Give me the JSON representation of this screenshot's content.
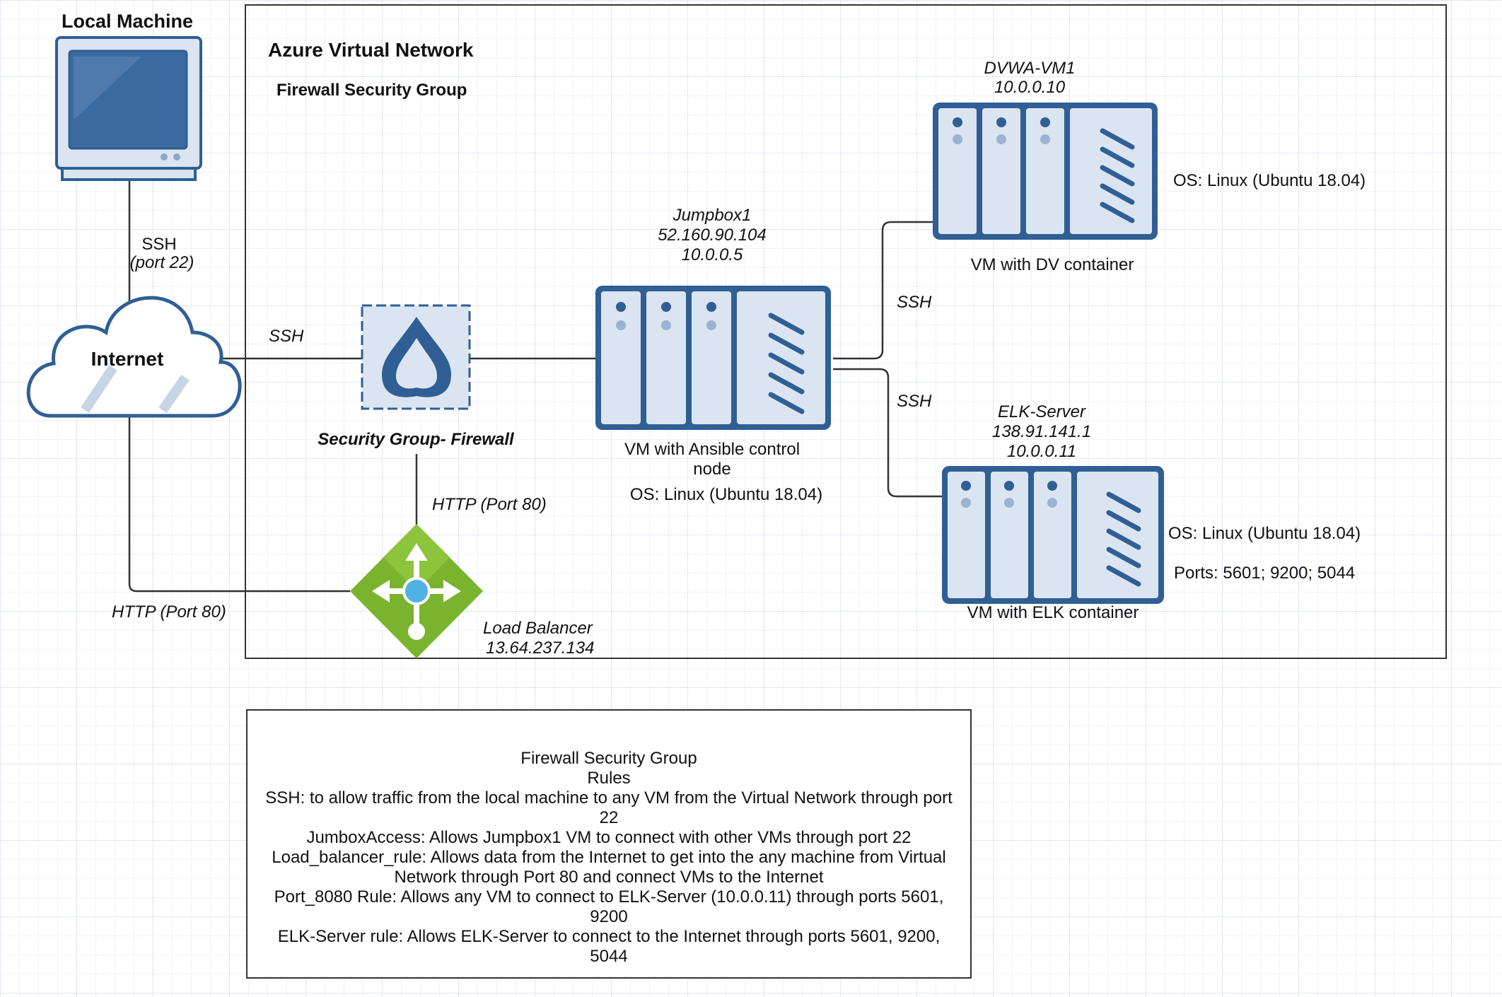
{
  "local_machine": {
    "title": "Local Machine"
  },
  "internet": {
    "label": "Internet"
  },
  "links": {
    "ssh_port22_line1": "SSH",
    "ssh_port22_line2": "(port 22)",
    "internet_to_firewall_ssh": "SSH",
    "internet_to_lb_http": "HTTP (Port 80)",
    "firewall_to_lb_http": "HTTP (Port 80)",
    "jumpbox_to_dvwa_ssh": "SSH",
    "jumpbox_to_elk_ssh": "SSH"
  },
  "vnet": {
    "title": "Azure Virtual Network",
    "subtitle": "Firewall Security Group"
  },
  "firewall": {
    "label": "Security Group- Firewall"
  },
  "load_balancer": {
    "name": "Load Balancer",
    "ip": "13.64.237.134"
  },
  "jumpbox": {
    "name": "Jumpbox1",
    "public_ip": "52.160.90.104",
    "private_ip": "10.0.0.5",
    "desc_line1": "VM with Ansible control",
    "desc_line2": "node",
    "os": "OS: Linux (Ubuntu 18.04)"
  },
  "dvwa": {
    "name": "DVWA-VM1",
    "ip": "10.0.0.10",
    "os": "OS: Linux (Ubuntu 18.04)",
    "desc": "VM with DV container"
  },
  "elk": {
    "name": "ELK-Server",
    "public_ip": "138.91.141.1",
    "private_ip": "10.0.0.11",
    "os": "OS: Linux (Ubuntu 18.04)",
    "ports": "Ports: 5601; 9200; 5044",
    "desc": "VM with ELK container"
  },
  "rules_box": {
    "lines": [
      "Firewall Security Group",
      "Rules",
      "SSH: to allow traffic from the local machine to any VM from the Virtual Network through port 22",
      "JumboxAccess: Allows Jumpbox1 VM to connect with other VMs through port 22",
      "Load_balancer_rule: Allows data from the Internet to get into the any machine from Virtual Network through Port 80 and connect VMs to the Internet",
      "Port_8080 Rule: Allows any VM to connect to ELK-Server (10.0.0.11) through ports 5601, 9200",
      "ELK-Server rule: Allows ELK-Server to connect to the Internet through ports 5601, 9200, 5044"
    ]
  },
  "colors": {
    "server_fill": "#dbe5f1",
    "server_stroke": "#2f5f94",
    "load_balancer": "#7ab32e",
    "lb_center": "#50b2e3",
    "monitor_screen": "#3a6aa0"
  }
}
